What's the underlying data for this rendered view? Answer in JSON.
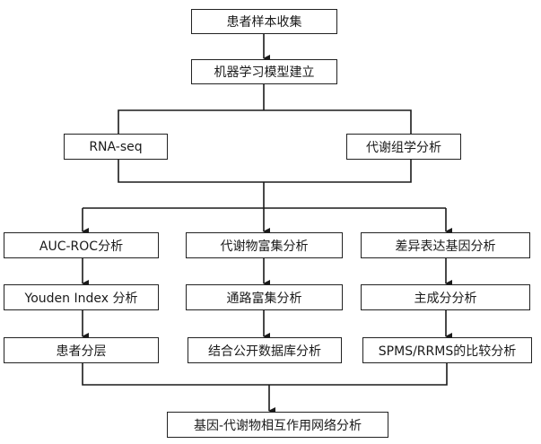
{
  "diagram": {
    "type": "flowchart",
    "nodes": {
      "sample_collection": "患者样本收集",
      "ml_model": "机器学习模型建立",
      "rna_seq": "RNA-seq",
      "metabolomics": "代谢组学分析",
      "auc_roc": "AUC-ROC分析",
      "youden": "Youden Index 分析",
      "stratification": "患者分层",
      "metabolite_enrich": "代谢物富集分析",
      "pathway_enrich": "通路富集分析",
      "public_db": "结合公开数据库分析",
      "deg": "差异表达基因分析",
      "pca": "主成分分析",
      "spms_rrms": "SPMS/RRMS的比较分析",
      "network": "基因-代谢物相互作用网络分析"
    },
    "edges": [
      [
        "sample_collection",
        "ml_model"
      ],
      [
        "ml_model",
        "rna_seq"
      ],
      [
        "ml_model",
        "metabolomics"
      ],
      [
        "rna_seq",
        "auc_roc"
      ],
      [
        "rna_seq",
        "metabolite_enrich"
      ],
      [
        "rna_seq",
        "deg"
      ],
      [
        "metabolomics",
        "auc_roc"
      ],
      [
        "metabolomics",
        "metabolite_enrich"
      ],
      [
        "metabolomics",
        "deg"
      ],
      [
        "auc_roc",
        "youden"
      ],
      [
        "youden",
        "stratification"
      ],
      [
        "metabolite_enrich",
        "pathway_enrich"
      ],
      [
        "pathway_enrich",
        "public_db"
      ],
      [
        "deg",
        "pca"
      ],
      [
        "pca",
        "spms_rrms"
      ],
      [
        "stratification",
        "network"
      ],
      [
        "spms_rrms",
        "network"
      ]
    ],
    "line_color": "#1a1a1a"
  }
}
